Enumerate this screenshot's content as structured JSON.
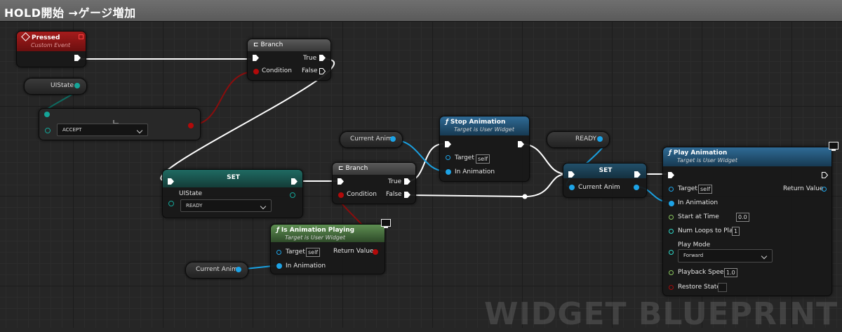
{
  "title": "HOLD開始 →ゲージ増加",
  "watermark": "WIDGET BLUEPRINT",
  "nodes": {
    "pressed": {
      "title": "Pressed",
      "subtitle": "Custom Event"
    },
    "uistate_getter": {
      "label": "UIState"
    },
    "equal": {
      "dropdown_value": "ACCEPT"
    },
    "branch1": {
      "title": "Branch",
      "true_label": "True",
      "condition_label": "Condition",
      "false_label": "False"
    },
    "set1": {
      "title": "SET",
      "var_label": "UIState",
      "dropdown_value": "READY"
    },
    "branch2": {
      "title": "Branch",
      "true_label": "True",
      "condition_label": "Condition",
      "false_label": "False"
    },
    "current_anim_1": {
      "label": "Current Anim"
    },
    "stop_anim": {
      "title": "Stop Animation",
      "subtitle": "Target is User Widget",
      "target_label": "Target",
      "target_value": "self",
      "in_anim_label": "In Animation"
    },
    "ready": {
      "label": "READY"
    },
    "set2": {
      "title": "SET",
      "var_label": "Current Anim"
    },
    "is_anim_playing": {
      "title": "Is Animation Playing",
      "subtitle": "Target is User Widget",
      "target_label": "Target",
      "target_value": "self",
      "return_label": "Return Value",
      "in_anim_label": "In Animation"
    },
    "current_anim_2": {
      "label": "Current Anim"
    },
    "play_anim": {
      "title": "Play Animation",
      "subtitle": "Target is User Widget",
      "target_label": "Target",
      "target_value": "self",
      "return_label": "Return Value",
      "in_anim_label": "In Animation",
      "start_label": "Start at Time",
      "start_value": "0.0",
      "loops_label": "Num Loops to Play",
      "loops_value": "1",
      "mode_label": "Play Mode",
      "mode_value": "Forward",
      "speed_label": "Playback Speed",
      "speed_value": "1.0",
      "restore_label": "Restore State"
    }
  },
  "colors": {
    "event_header": "#8a1515",
    "function_header": "#2a5f86",
    "pure_function_header": "#4d7a43",
    "set_header": "#1e5953",
    "branch_header": "#4a4a4a",
    "exec_wire": "#ffffff",
    "bool_wire": "#8a0d0d",
    "object_wire": "#1aa0e0",
    "enum_wire": "#0e6b61"
  },
  "icons": [
    "event-icon",
    "branch-icon",
    "function-icon",
    "monitor-icon",
    "exec-pin-icon",
    "dropdown-chevron-icon"
  ]
}
